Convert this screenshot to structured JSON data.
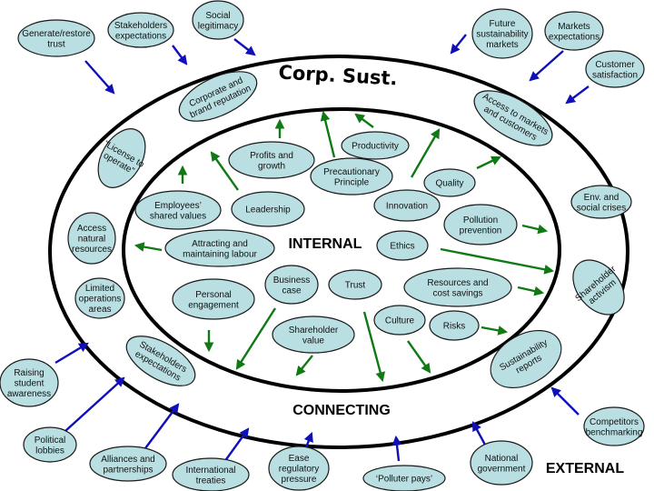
{
  "diagram": {
    "title": "Corp. Sust.",
    "zones": {
      "internal": "INTERNAL",
      "connecting": "CONNECTING",
      "external": "EXTERNAL"
    },
    "colors": {
      "node_fill": "#b9dfe2",
      "external_arrow": "#1010b8",
      "internal_arrow": "#0f7a14",
      "ring": "#000000"
    },
    "external_nodes": [
      {
        "id": "generate-restore-trust",
        "lines": [
          "Generate/restore",
          "trust"
        ]
      },
      {
        "id": "stakeholders-expectations-ext",
        "lines": [
          "Stakeholders",
          "expectations"
        ]
      },
      {
        "id": "social-legitimacy",
        "lines": [
          "Social",
          "legitimacy"
        ]
      },
      {
        "id": "future-sustainability-markets",
        "lines": [
          "Future",
          "sustainability",
          "markets"
        ]
      },
      {
        "id": "markets-expectations",
        "lines": [
          "Markets",
          "expectations"
        ]
      },
      {
        "id": "customer-satisfaction",
        "lines": [
          "Customer",
          "satisfaction"
        ]
      },
      {
        "id": "competitors-benchmarking",
        "lines": [
          "Competitors",
          "benchmarking"
        ]
      },
      {
        "id": "national-government",
        "lines": [
          "National",
          "government"
        ]
      },
      {
        "id": "polluter-pays",
        "lines": [
          "‘Polluter pays’"
        ]
      },
      {
        "id": "ease-regulatory-pressure",
        "lines": [
          "Ease",
          "regulatory",
          "pressure"
        ]
      },
      {
        "id": "international-treaties",
        "lines": [
          "International",
          "treaties"
        ]
      },
      {
        "id": "alliances-and-partnerships",
        "lines": [
          "Alliances and",
          "partnerships"
        ]
      },
      {
        "id": "political-lobbies",
        "lines": [
          "Political",
          "lobbies"
        ]
      },
      {
        "id": "raising-student-awareness",
        "lines": [
          "Raising",
          "student",
          "awareness"
        ]
      }
    ],
    "connecting_nodes": [
      {
        "id": "corporate-brand-reputation",
        "lines": [
          "Corporate and",
          "brand reputation"
        ]
      },
      {
        "id": "license-to-operate",
        "lines": [
          "“License to",
          "operate”"
        ]
      },
      {
        "id": "access-natural-resources",
        "lines": [
          "Access",
          "natural",
          "resources"
        ]
      },
      {
        "id": "limited-operations-areas",
        "lines": [
          "Limited",
          "operations",
          "areas"
        ]
      },
      {
        "id": "stakeholders-expectations-conn",
        "lines": [
          "Stakeholders",
          "expectations"
        ]
      },
      {
        "id": "sustainability-reports",
        "lines": [
          "Sustainability",
          "reports"
        ]
      },
      {
        "id": "shareholder-activism",
        "lines": [
          "Shareholder",
          "activism"
        ]
      },
      {
        "id": "env-social-crises",
        "lines": [
          "Env. and",
          "social crises"
        ]
      },
      {
        "id": "access-markets-customers",
        "lines": [
          "Access to markets",
          "and customers"
        ]
      }
    ],
    "internal_nodes": [
      {
        "id": "profits-and-growth",
        "lines": [
          "Profits and",
          "growth"
        ]
      },
      {
        "id": "productivity",
        "lines": [
          "Productivity"
        ]
      },
      {
        "id": "precautionary-principle",
        "lines": [
          "Precautionary",
          "Principle"
        ]
      },
      {
        "id": "employees-shared-values",
        "lines": [
          "Employees’",
          "shared values"
        ]
      },
      {
        "id": "leadership",
        "lines": [
          "Leadership"
        ]
      },
      {
        "id": "quality",
        "lines": [
          "Quality"
        ]
      },
      {
        "id": "innovation",
        "lines": [
          "Innovation"
        ]
      },
      {
        "id": "pollution-prevention",
        "lines": [
          "Pollution",
          "prevention"
        ]
      },
      {
        "id": "ethics",
        "lines": [
          "Ethics"
        ]
      },
      {
        "id": "attracting-maintaining-labour",
        "lines": [
          "Attracting and",
          "maintaining labour"
        ]
      },
      {
        "id": "business-case",
        "lines": [
          "Business",
          "case"
        ]
      },
      {
        "id": "trust",
        "lines": [
          "Trust"
        ]
      },
      {
        "id": "resources-cost-savings",
        "lines": [
          "Resources and",
          "cost savings"
        ]
      },
      {
        "id": "personal-engagement",
        "lines": [
          "Personal",
          "engagement"
        ]
      },
      {
        "id": "culture",
        "lines": [
          "Culture"
        ]
      },
      {
        "id": "risks",
        "lines": [
          "Risks"
        ]
      },
      {
        "id": "shareholder-value",
        "lines": [
          "Shareholder",
          "value"
        ]
      }
    ]
  }
}
